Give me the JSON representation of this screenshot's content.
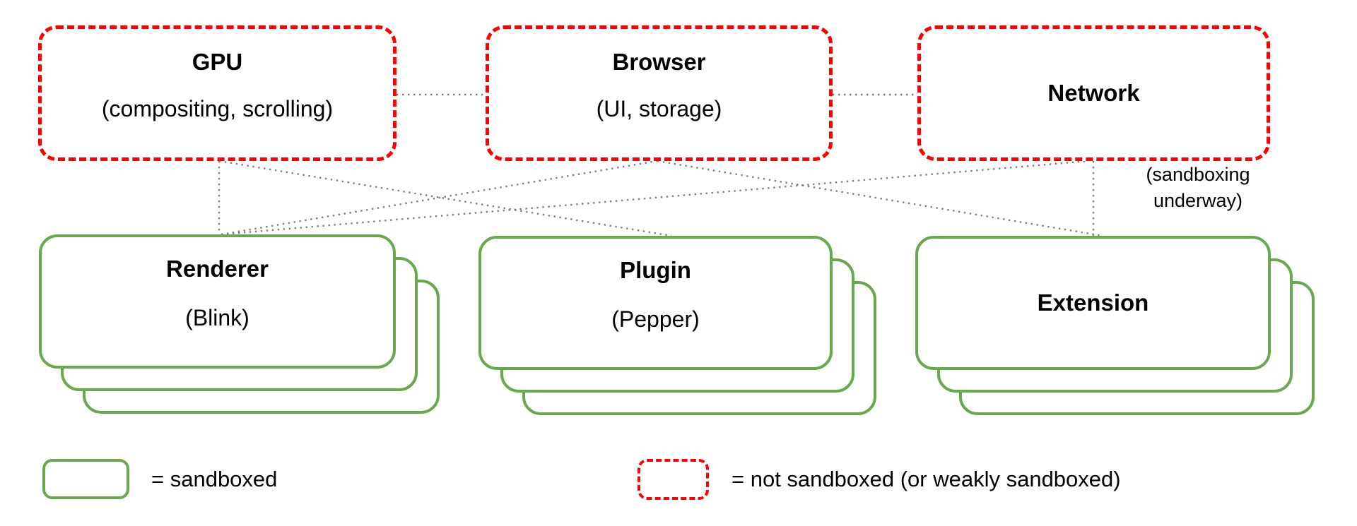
{
  "boxes": {
    "gpu": {
      "title": "GPU",
      "subtitle": "(compositing, scrolling)",
      "sandboxed": false
    },
    "browser": {
      "title": "Browser",
      "subtitle": "(UI, storage)",
      "sandboxed": false
    },
    "network": {
      "title": "Network",
      "sandboxed": false,
      "note": "(sandboxing underway)"
    },
    "renderer": {
      "title": "Renderer",
      "subtitle": "(Blink)",
      "sandboxed": true
    },
    "plugin": {
      "title": "Plugin",
      "subtitle": "(Pepper)",
      "sandboxed": true
    },
    "extension": {
      "title": "Extension",
      "sandboxed": true
    }
  },
  "connections": [
    {
      "from": "gpu",
      "to": "browser"
    },
    {
      "from": "browser",
      "to": "network"
    },
    {
      "from": "gpu",
      "to": "renderer"
    },
    {
      "from": "gpu",
      "to": "plugin"
    },
    {
      "from": "renderer",
      "to": "browser"
    },
    {
      "from": "renderer",
      "to": "network"
    },
    {
      "from": "browser",
      "to": "extension"
    },
    {
      "from": "network",
      "to": "extension"
    }
  ],
  "legend": {
    "sandboxed_label": "= sandboxed",
    "not_sandboxed_label": "= not sandboxed (or weakly sandboxed)"
  },
  "colors": {
    "sandboxed_border": "#6aa84f",
    "not_sandboxed_border": "#ff0000",
    "connector": "#7f7f7f",
    "text": "#000000",
    "background": "#ffffff"
  }
}
